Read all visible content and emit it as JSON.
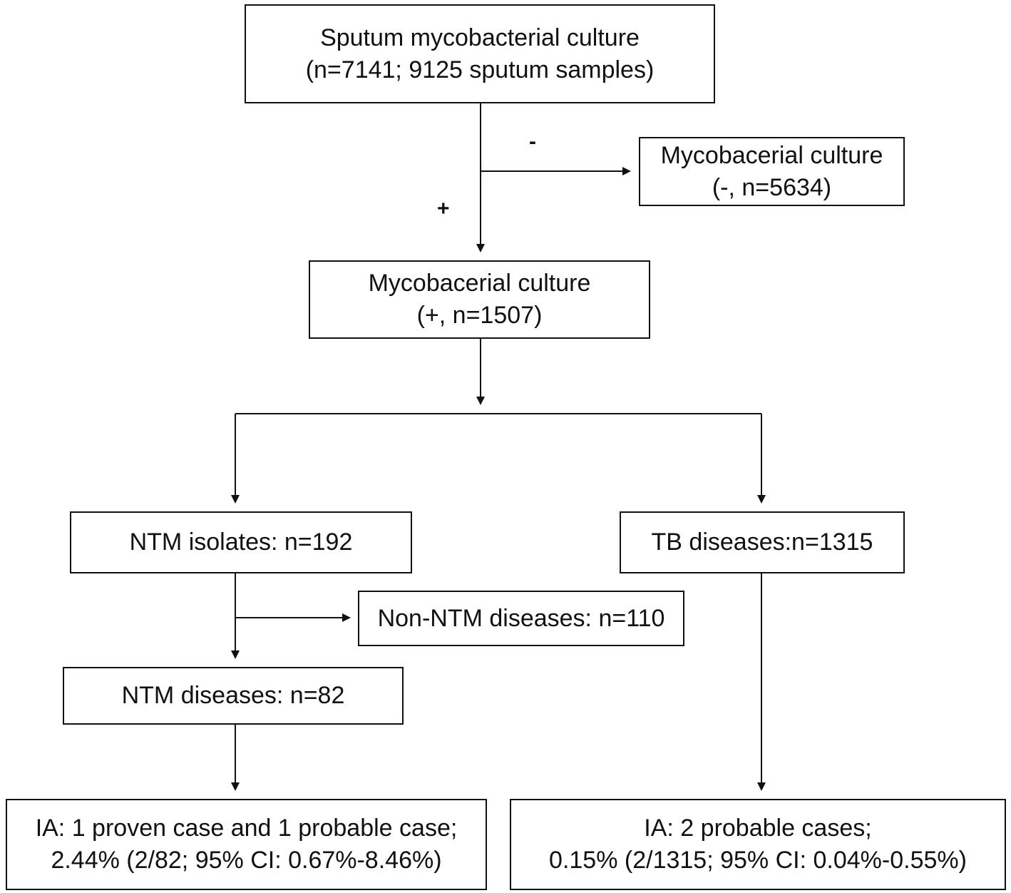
{
  "boxes": {
    "root": {
      "line1": "Sputum mycobacterial culture",
      "line2": "(n=7141; 9125 sputum samples)"
    },
    "culture_negative": {
      "line1": "Mycobacerial culture",
      "line2": "(-, n=5634)"
    },
    "culture_positive": {
      "line1": "Mycobacerial culture",
      "line2": "(+, n=1507)"
    },
    "ntm_isolates": {
      "line1": "NTM isolates: n=192"
    },
    "tb_diseases": {
      "line1": "TB diseases:n=1315"
    },
    "non_ntm_diseases": {
      "line1": "Non-NTM diseases: n=110"
    },
    "ntm_diseases": {
      "line1": "NTM diseases: n=82"
    },
    "ia_ntm": {
      "line1": "IA: 1 proven case and 1 probable case;",
      "line2": "2.44% (2/82; 95% CI: 0.67%-8.46%)"
    },
    "ia_tb": {
      "line1": "IA: 2 probable cases;",
      "line2": "0.15% (2/1315; 95% CI: 0.04%-0.55%)"
    }
  },
  "branch_labels": {
    "negative": "-",
    "positive": "+"
  }
}
